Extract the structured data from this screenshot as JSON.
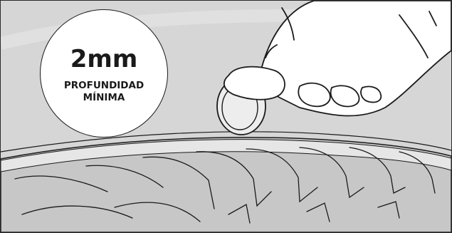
{
  "badge": {
    "value": "2mm",
    "label_line1": "PROFUNDIDAD",
    "label_line2": "MÍNIMA"
  },
  "colors": {
    "background": "#d6d6d6",
    "tire": "#c7c7c7",
    "tire_band": "#e6e6e6",
    "line": "#1a1a1a",
    "badge_fill": "#ffffff"
  },
  "icons": [
    "hand",
    "coin",
    "tire"
  ]
}
